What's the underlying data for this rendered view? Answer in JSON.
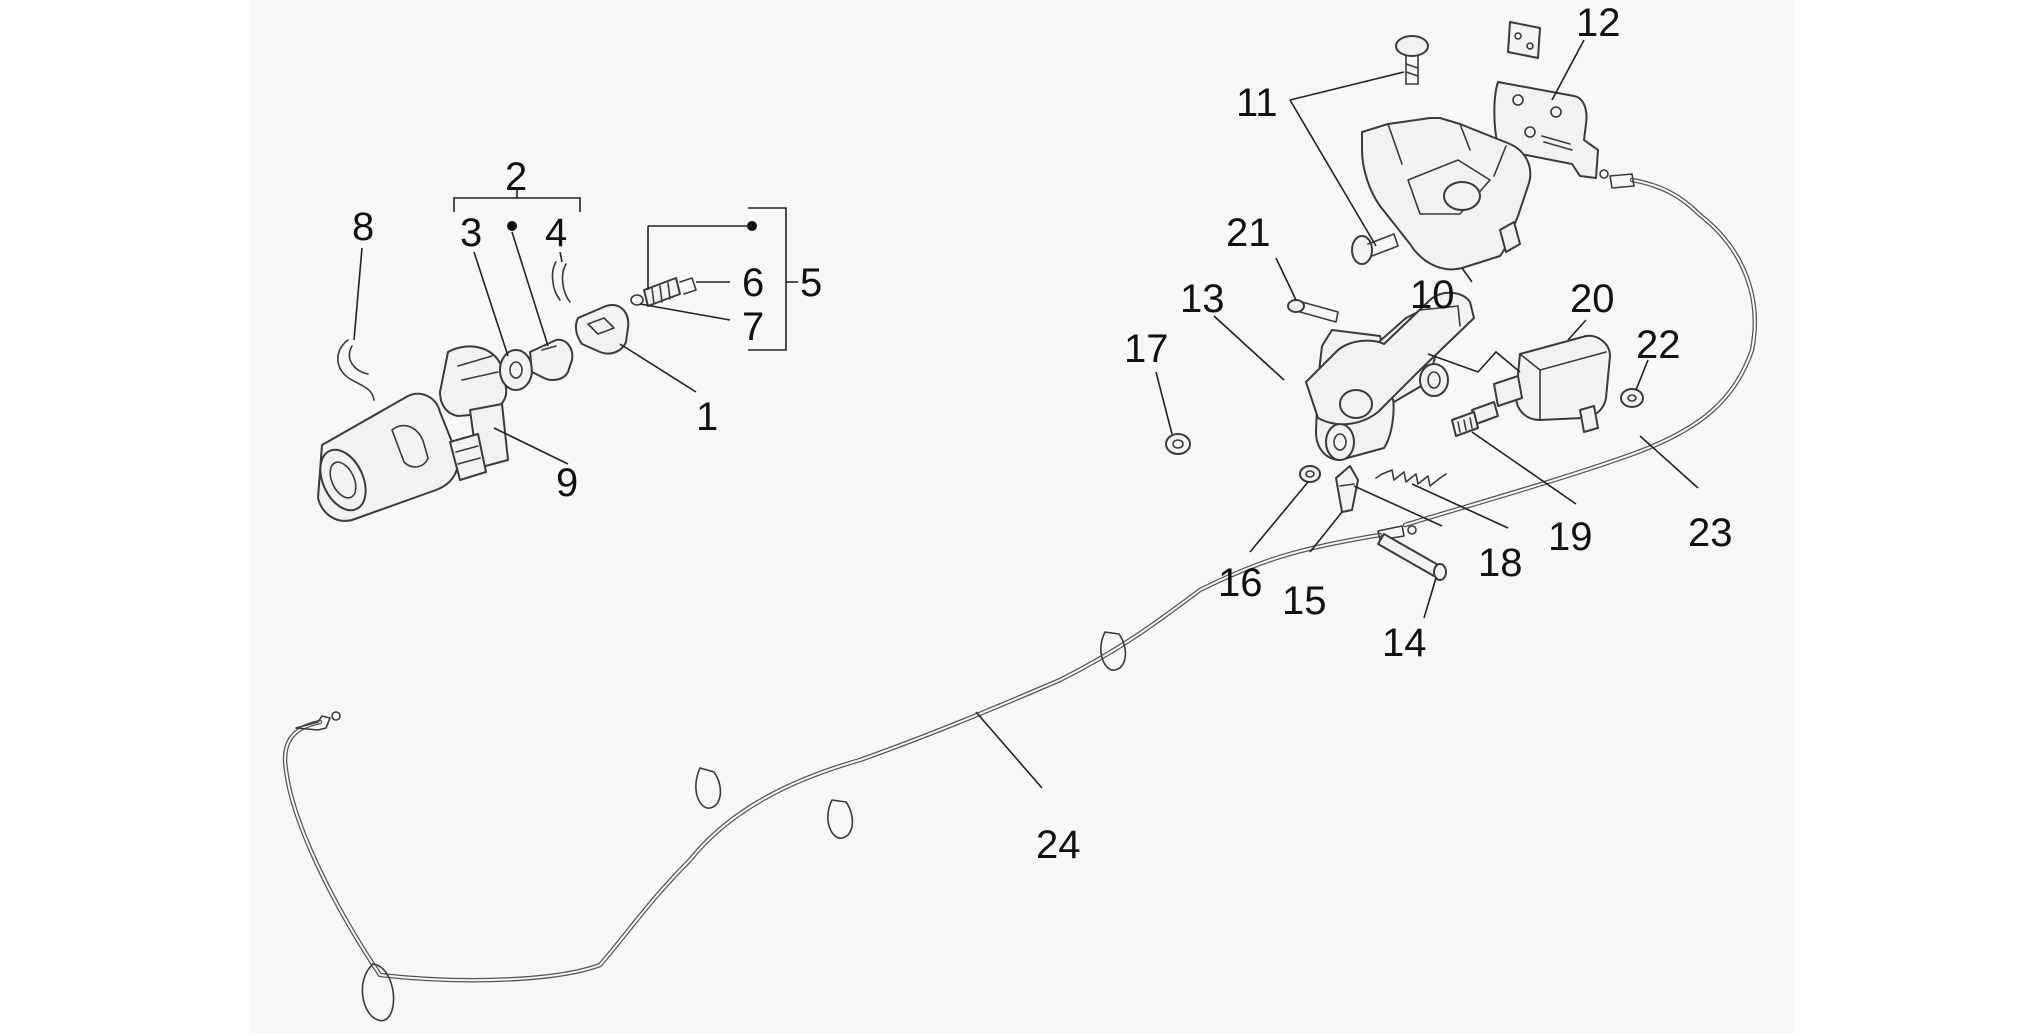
{
  "callouts": [
    {
      "id": "c1",
      "label": "1"
    },
    {
      "id": "c2",
      "label": "2"
    },
    {
      "id": "c3",
      "label": "3"
    },
    {
      "id": "c4",
      "label": "4"
    },
    {
      "id": "c5",
      "label": "5"
    },
    {
      "id": "c6",
      "label": "6"
    },
    {
      "id": "c7",
      "label": "7"
    },
    {
      "id": "c8",
      "label": "8"
    },
    {
      "id": "c9",
      "label": "9"
    },
    {
      "id": "c10",
      "label": "10"
    },
    {
      "id": "c11",
      "label": "11"
    },
    {
      "id": "c12",
      "label": "12"
    },
    {
      "id": "c13",
      "label": "13"
    },
    {
      "id": "c14",
      "label": "14"
    },
    {
      "id": "c15",
      "label": "15"
    },
    {
      "id": "c16",
      "label": "16"
    },
    {
      "id": "c17",
      "label": "17"
    },
    {
      "id": "c18",
      "label": "18"
    },
    {
      "id": "c19",
      "label": "19"
    },
    {
      "id": "c20",
      "label": "20"
    },
    {
      "id": "c21",
      "label": "21"
    },
    {
      "id": "c22",
      "label": "22"
    },
    {
      "id": "c23",
      "label": "23"
    },
    {
      "id": "c24",
      "label": "24"
    }
  ],
  "colors": {
    "background": "#ffffff",
    "sheet": "#f7f7f7",
    "line": "#3a3a3a",
    "text": "#111111"
  }
}
